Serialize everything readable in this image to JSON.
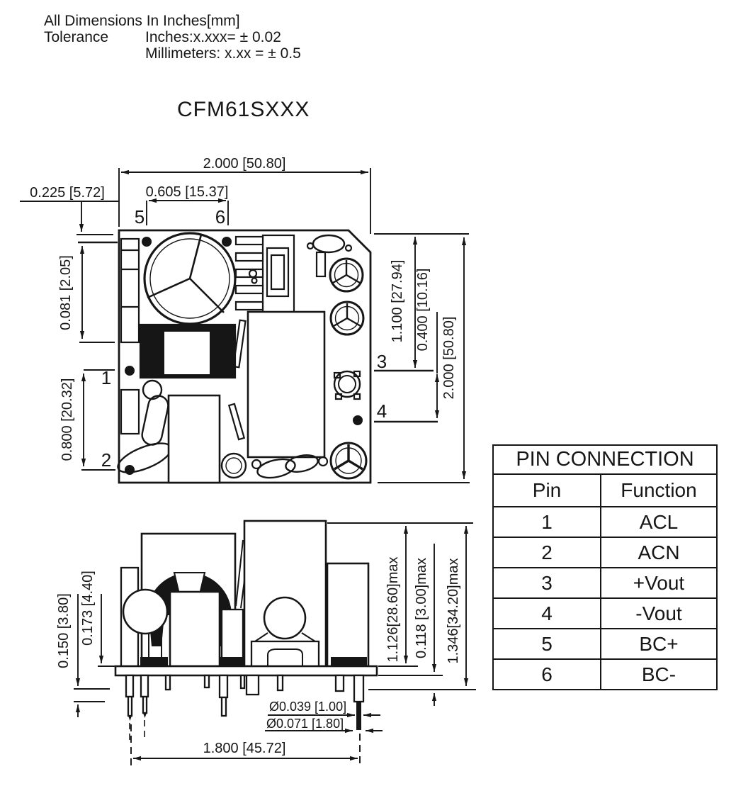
{
  "header": {
    "line1": "All Dimensions In Inches[mm]",
    "tolerance_label": "Tolerance",
    "tolerance_inches": "Inches:x.xxx= ± 0.02",
    "tolerance_mm": "Millimeters: x.xx = ± 0.5"
  },
  "title": "CFM61SXXX",
  "top_view": {
    "dim_width_top": "2.000 [50.80]",
    "dim_pin56_spacing": "0.605 [15.37]",
    "dim_left_offset": "0.225 [5.72]",
    "dim_edge_to_pins": "0.081 [2.05]",
    "dim_pin12_spacing": "0.800 [20.32]",
    "dim_pin3_from_top": "1.100 [27.94]",
    "dim_pin34_spacing": "0.400 [10.16]",
    "dim_height_right": "2.000 [50.80]",
    "pin1": "1",
    "pin2": "2",
    "pin3": "3",
    "pin4": "4",
    "pin5": "5",
    "pin6": "6"
  },
  "side_view": {
    "dim_standoff": "0.150 [3.80]",
    "dim_lead_shoulder": "0.173 [4.40]",
    "dim_body_height": "1.126[28.60]max",
    "dim_pcb_thickness": "0.118 [3.00]max",
    "dim_total_height": "1.346[34.20]max",
    "dim_pin_dia_small": "Ø0.039 [1.00]",
    "dim_pin_dia_large": "Ø0.071 [1.80]",
    "dim_pin_span": "1.800 [45.72]"
  },
  "pin_table": {
    "title": "PIN CONNECTION",
    "col_pin": "Pin",
    "col_function": "Function",
    "rows": [
      {
        "pin": "1",
        "function": "ACL"
      },
      {
        "pin": "2",
        "function": "ACN"
      },
      {
        "pin": "3",
        "function": "+Vout"
      },
      {
        "pin": "4",
        "function": "-Vout"
      },
      {
        "pin": "5",
        "function": "BC+"
      },
      {
        "pin": "6",
        "function": "BC-"
      }
    ]
  }
}
